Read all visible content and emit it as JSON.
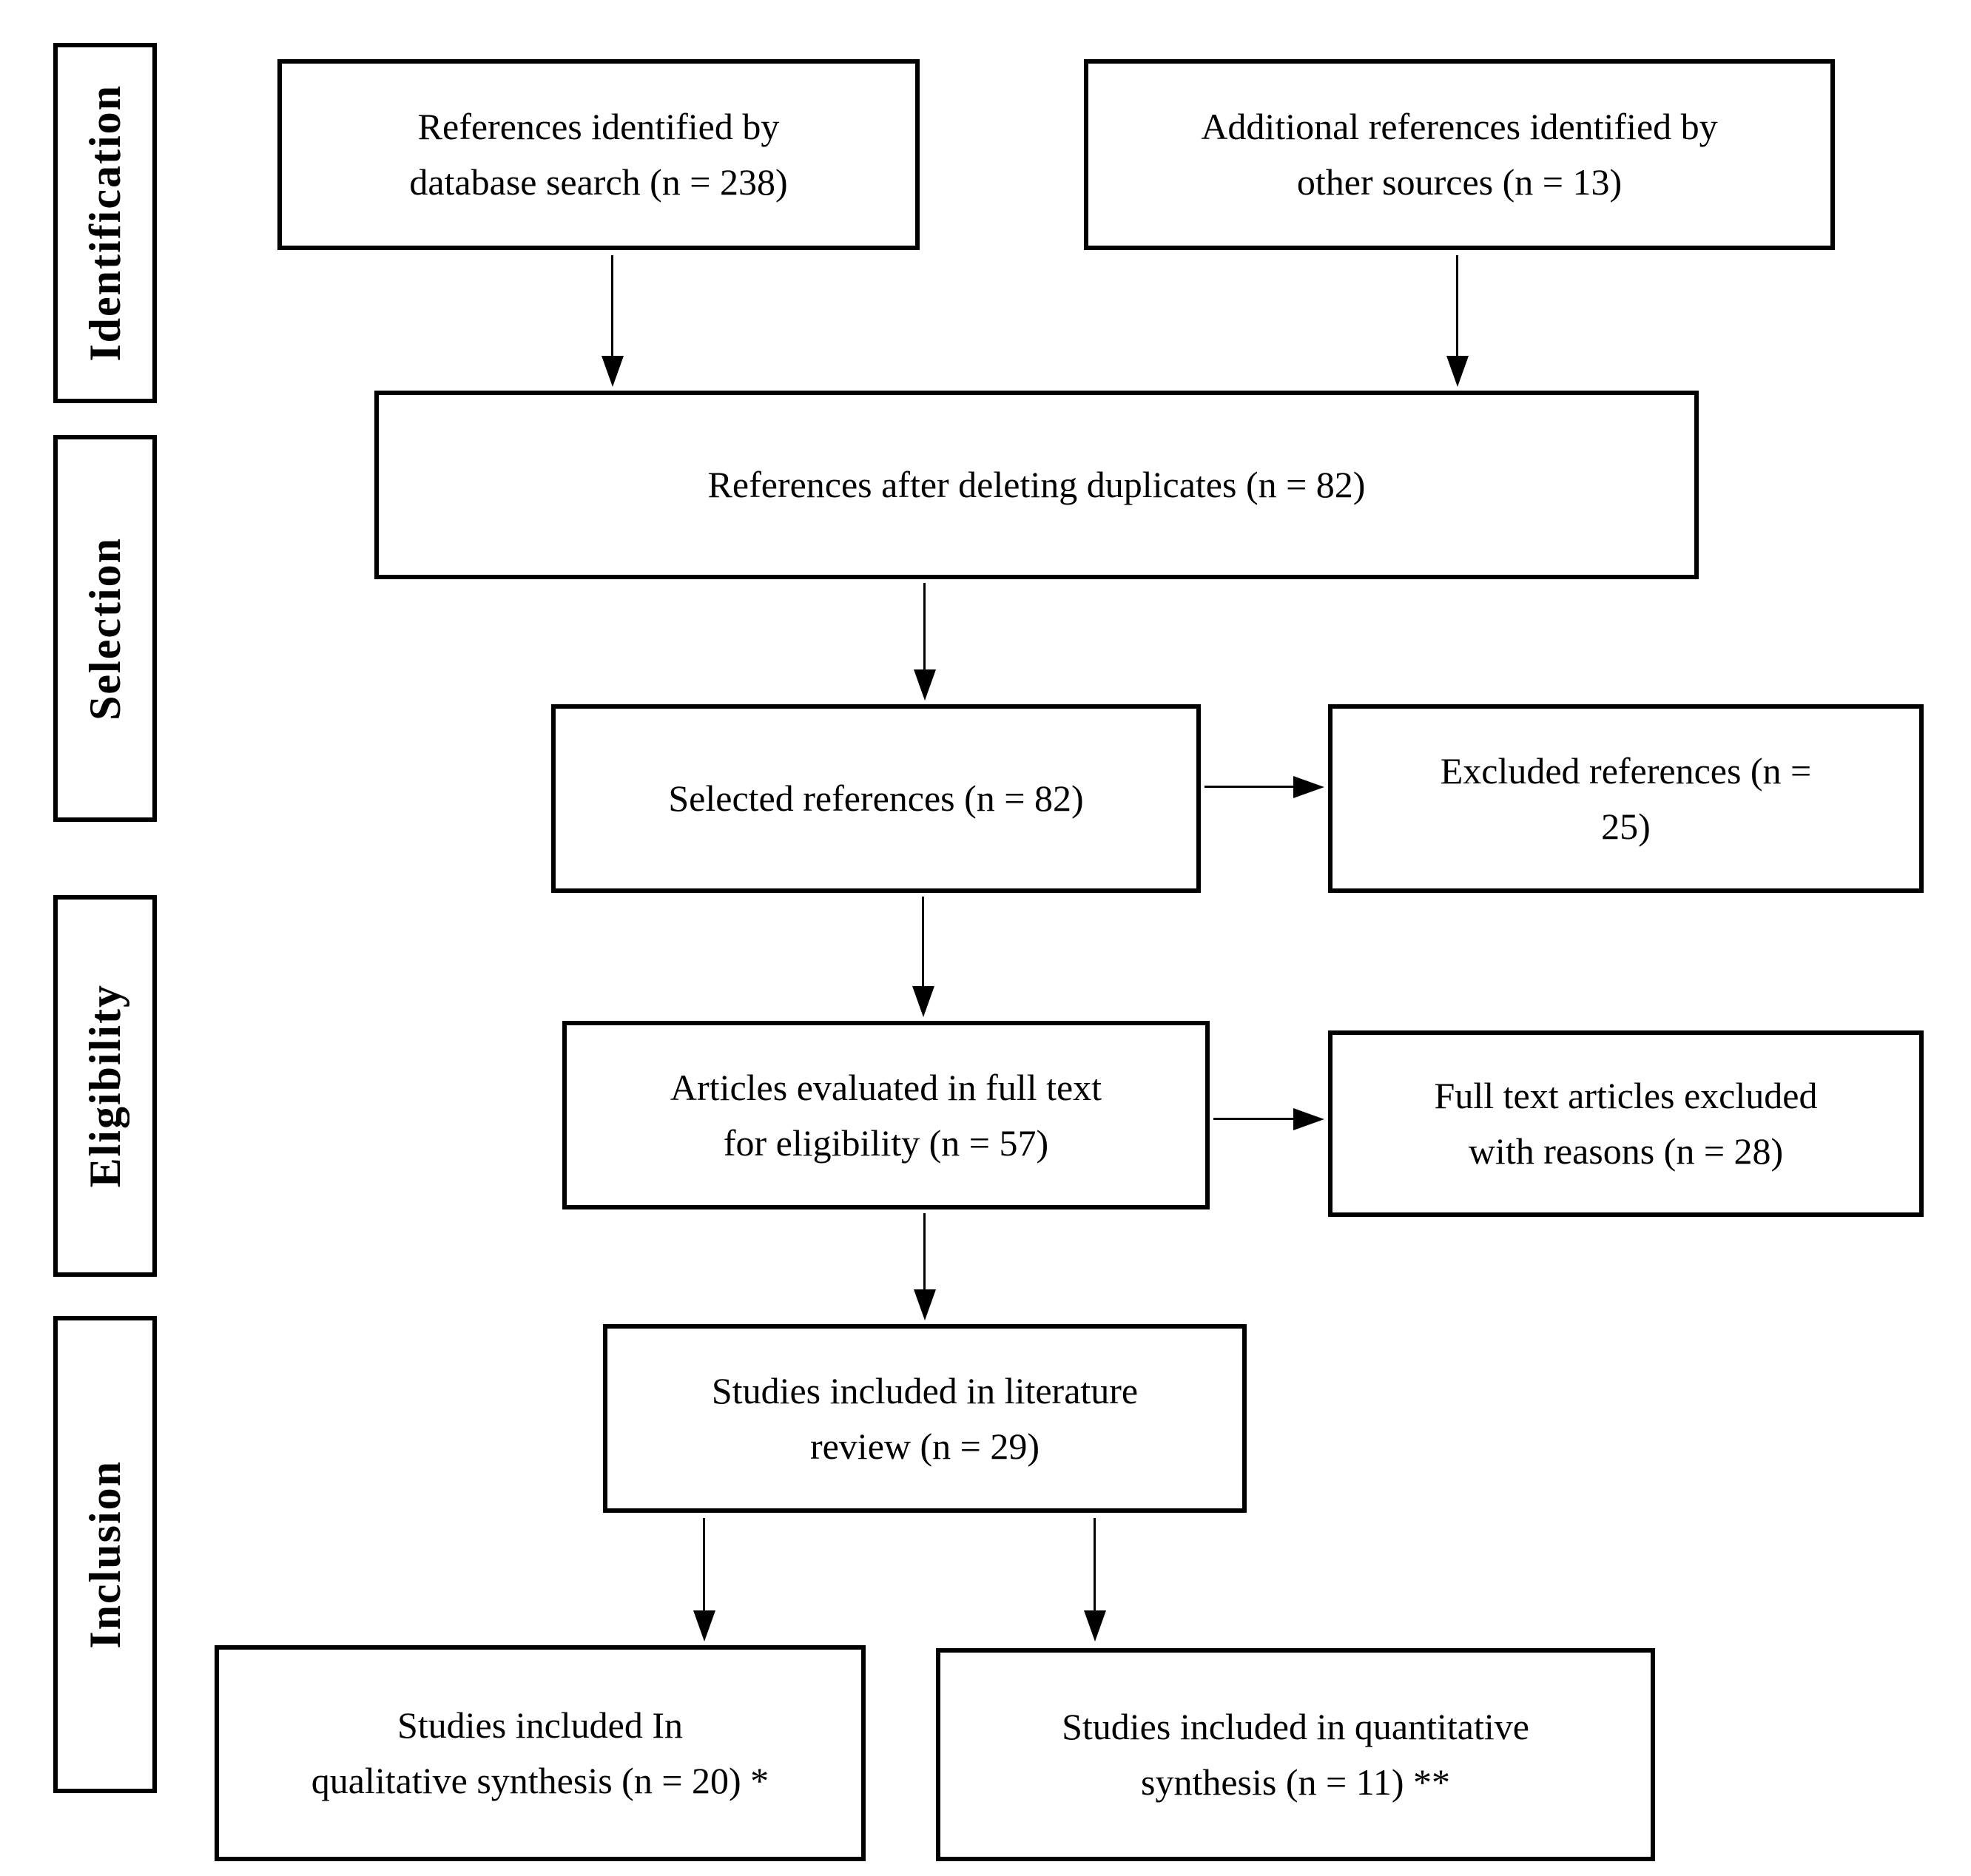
{
  "diagram": {
    "type": "prisma-flow-diagram",
    "background_color": "#ffffff",
    "line_color": "#000000",
    "stages": {
      "identification": "Identification",
      "selection": "Selection",
      "eligibility": "Eligibility",
      "inclusion": "Inclusion"
    },
    "nodes": {
      "db_search": {
        "text": "References identified by\ndatabase search (n = 238)",
        "n": 238
      },
      "other_sources": {
        "text": "Additional references identified by\nother sources (n = 13)",
        "n": 13
      },
      "dedup": {
        "text": "References after deleting duplicates (n = 82)",
        "n": 82
      },
      "selected": {
        "text": "Selected references (n = 82)",
        "n": 82
      },
      "excluded": {
        "text": "Excluded references (n =\n25)",
        "n": 25
      },
      "fulltext": {
        "text": "Articles evaluated in full text\nfor eligibility (n = 57)",
        "n": 57
      },
      "fulltext_excluded": {
        "text": "Full text articles excluded\nwith reasons  (n = 28)",
        "n": 28
      },
      "litreview": {
        "text": "Studies included in literature\nreview (n = 29)",
        "n": 29
      },
      "qualitative": {
        "text": "Studies included In\nqualitative synthesis (n = 20) *",
        "n": 20
      },
      "quantitative": {
        "text": "Studies included in quantitative\nsynthesis (n = 11) **",
        "n": 11
      }
    },
    "connections": [
      {
        "from": "db_search",
        "to": "dedup"
      },
      {
        "from": "other_sources",
        "to": "dedup"
      },
      {
        "from": "dedup",
        "to": "selected"
      },
      {
        "from": "selected",
        "to": "excluded"
      },
      {
        "from": "selected",
        "to": "fulltext"
      },
      {
        "from": "fulltext",
        "to": "fulltext_excluded"
      },
      {
        "from": "fulltext",
        "to": "litreview"
      },
      {
        "from": "litreview",
        "to": "qualitative"
      },
      {
        "from": "litreview",
        "to": "quantitative"
      }
    ]
  }
}
